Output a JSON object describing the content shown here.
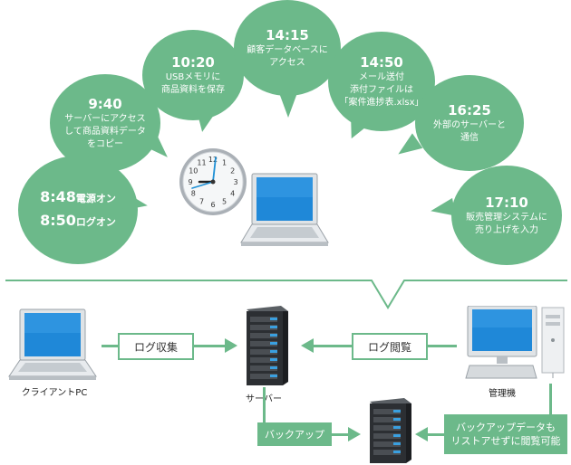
{
  "colors": {
    "green": "#6cb98a",
    "dark": "#333333"
  },
  "bubbles": [
    {
      "time": "10:20",
      "desc": "USBメモリに\n商品資料を保存"
    },
    {
      "time": "14:15",
      "desc": "顧客データベースに\nアクセス"
    },
    {
      "time": "14:50",
      "desc": "メール送付\n添付ファイルは\n「案件進捗表.xlsx」"
    },
    {
      "time": "9:40",
      "desc": "サーバーにアクセス\nして商品資料データ\nをコピー"
    },
    {
      "time": "16:25",
      "desc": "外部のサーバーと\n通信"
    },
    {
      "time": "17:10",
      "desc": "販売管理システムに\n売り上げを入力"
    }
  ],
  "left_bubble": {
    "line1_time": "8:48",
    "line1_text": "電源オン",
    "line2_time": "8:50",
    "line2_text": "ログオン"
  },
  "clock": {
    "numbers": [
      "12",
      "1",
      "2",
      "3",
      "4",
      "5",
      "6",
      "7",
      "8",
      "9",
      "10",
      "11"
    ]
  },
  "boxes": {
    "log_collect": "ログ収集",
    "log_view": "ログ閲覧",
    "backup": "バックアップ",
    "backup_note": "バックアップデータも\nリストアせずに閲覧可能"
  },
  "labels": {
    "client_pc": "クライアントPC",
    "server": "サーバー",
    "admin": "管理機"
  }
}
